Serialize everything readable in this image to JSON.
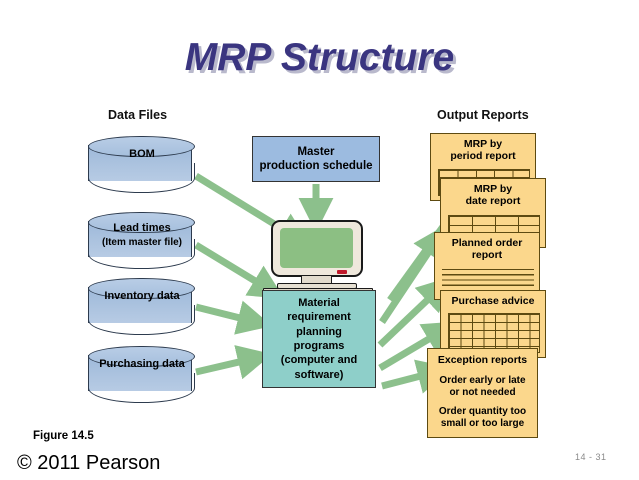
{
  "slide": {
    "title": "MRP Structure",
    "figure_caption": "Figure 14.5",
    "copyright": "© 2011 Pearson",
    "slide_number": "14 - 31",
    "title_color": "#3a3580",
    "arrow_color": "#8cc08c",
    "background": "#ffffff"
  },
  "columns": {
    "left_header": "Data Files",
    "right_header": "Output Reports"
  },
  "data_files": [
    {
      "label_line1": "BOM",
      "label_line2": "",
      "color": "#a9c1de"
    },
    {
      "label_line1": "Lead times",
      "label_line2": "(Item master file)",
      "color": "#a9c1de"
    },
    {
      "label_line1": "Inventory data",
      "label_line2": "",
      "color": "#a9c1de"
    },
    {
      "label_line1": "Purchasing data",
      "label_line2": "",
      "color": "#a9c1de"
    }
  ],
  "process": {
    "mps_label": "Master\nproduction schedule",
    "mps_color": "#9cbbe0",
    "computer_icon": "desktop-computer-icon",
    "mrp_label": "Material\nrequirement\nplanning\nprograms\n(computer and\nsoftware)",
    "mrp_color": "#8ecfc9"
  },
  "output_reports": [
    {
      "title": "MRP by\nperiod report",
      "body": "grid"
    },
    {
      "title": "MRP by\ndate report",
      "body": "grid"
    },
    {
      "title": "Planned order\nreport",
      "body": "lines"
    },
    {
      "title": "Purchase advice",
      "body": "grid"
    },
    {
      "title": "Exception reports",
      "body": "text",
      "text_line1": "Order early or late\nor not needed",
      "text_line2": "Order quantity too\nsmall or too large"
    }
  ],
  "report_color": "#fbd78c"
}
